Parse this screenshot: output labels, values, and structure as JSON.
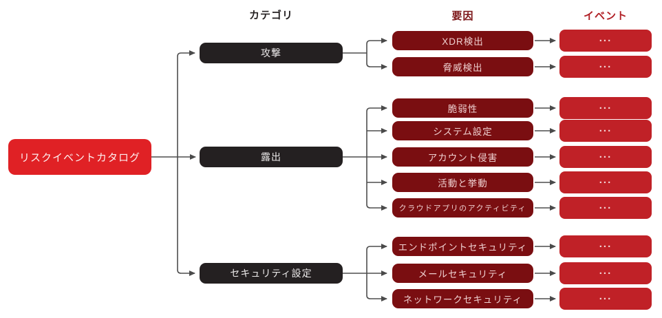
{
  "headers": {
    "category": "カテゴリ",
    "factor": "要因",
    "event": "イベント"
  },
  "root": {
    "label": "リスクイベントカタログ"
  },
  "categories": [
    {
      "label": "攻撃",
      "factors": [
        {
          "label": "XDR検出",
          "event": "..."
        },
        {
          "label": "脅威検出",
          "event": "..."
        }
      ]
    },
    {
      "label": "露出",
      "factors": [
        {
          "label": "脆弱性",
          "event": "..."
        },
        {
          "label": "システム設定",
          "event": "..."
        },
        {
          "label": "アカウント侵害",
          "event": "..."
        },
        {
          "label": "活動と挙動",
          "event": "..."
        },
        {
          "label": "クラウドアプリのアクティビティ",
          "event": "..."
        }
      ]
    },
    {
      "label": "セキュリティ設定",
      "factors": [
        {
          "label": "エンドポイントセキュリティ",
          "event": "..."
        },
        {
          "label": "メールセキュリティ",
          "event": "..."
        },
        {
          "label": "ネットワークセキュリティ",
          "event": "..."
        }
      ]
    }
  ],
  "colors": {
    "root_red": "#e02125",
    "category_black": "#242021",
    "factor_maroon": "#7a0e11",
    "event_red": "#c02127",
    "connector_gray": "#4d4d4d",
    "header_factor": "#7b1416",
    "header_event": "#b01e24"
  }
}
